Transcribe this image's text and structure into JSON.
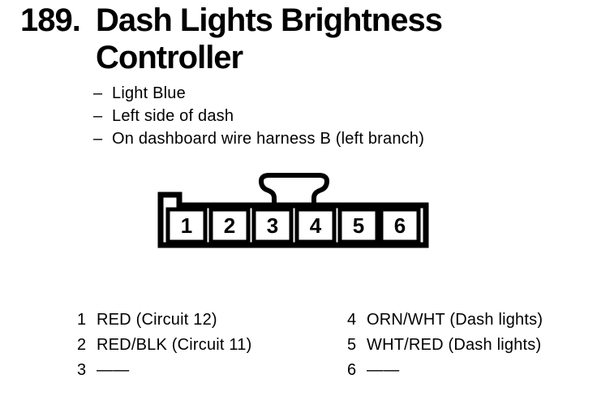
{
  "header": {
    "number": "189.",
    "title": "Dash Lights Brightness Controller"
  },
  "bullets": {
    "prefix": "–",
    "items": [
      "Light Blue",
      "Left side of dash",
      "On dashboard wire harness B (left branch)"
    ]
  },
  "connector": {
    "type": "6-pin connector, front view, lock tab on top between pins 3 and 4, keyed notch at top-left",
    "pins": [
      "1",
      "2",
      "3",
      "4",
      "5",
      "6"
    ]
  },
  "legend": {
    "left": [
      {
        "pin": "1",
        "label": "RED (Circuit 12)"
      },
      {
        "pin": "2",
        "label": "RED/BLK (Circuit 11)"
      },
      {
        "pin": "3",
        "label": "——"
      }
    ],
    "right": [
      {
        "pin": "4",
        "label": "ORN/WHT (Dash lights)"
      },
      {
        "pin": "5",
        "label": "WHT/RED (Dash lights)"
      },
      {
        "pin": "6",
        "label": "——"
      }
    ]
  },
  "colors": {
    "ink": "#000000",
    "background": "#ffffff"
  }
}
